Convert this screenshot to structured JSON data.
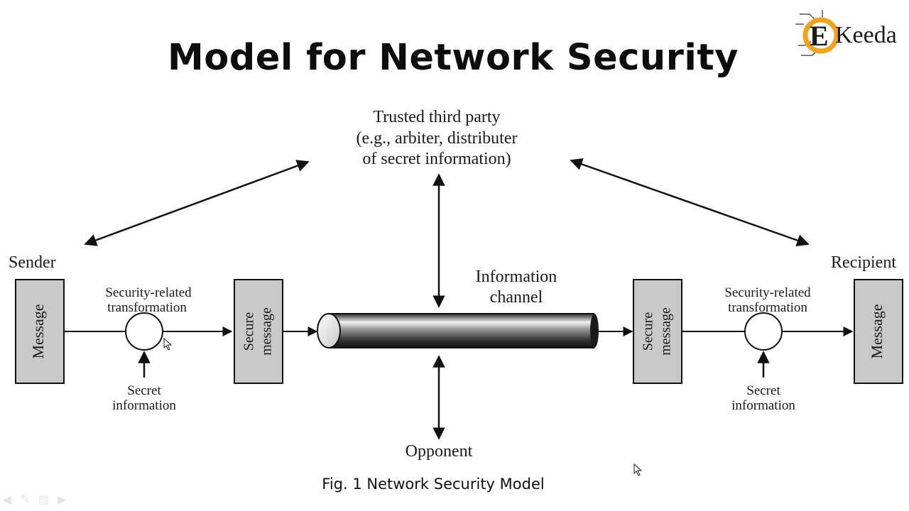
{
  "slide": {
    "title": "Model for Network Security",
    "caption": "Fig. 1 Network Security Model"
  },
  "logo": {
    "text": "Keeda",
    "letter": "E",
    "colors": {
      "accent": "#f3a31b",
      "text": "#1f2f6b"
    }
  },
  "diagram": {
    "trusted_party": {
      "line1": "Trusted third party",
      "line2": "(e.g., arbiter, distributer",
      "line3": "of secret information)"
    },
    "sender_label": "Sender",
    "recipient_label": "Recipient",
    "message_label": "Message",
    "secure_message_line1": "Secure",
    "secure_message_line2": "message",
    "transform_line1": "Security-related",
    "transform_line2": "transformation",
    "secret_line1": "Secret",
    "secret_line2": "information",
    "channel_line1": "Information",
    "channel_line2": "channel",
    "opponent_label": "Opponent",
    "colors": {
      "box_fill": "#c9c9c9",
      "stroke": "#111111"
    }
  },
  "nav_icons": [
    "left-arrow-icon",
    "pen-icon",
    "menu-icon",
    "right-arrow-icon"
  ]
}
